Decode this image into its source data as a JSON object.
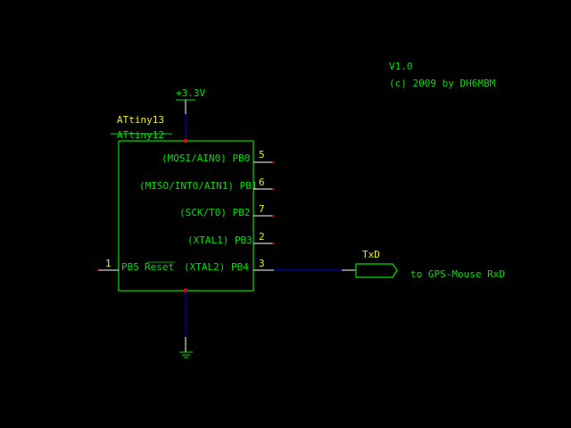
{
  "info": {
    "version": "V1.0",
    "copyright": "(c) 2009 by DH6MBM"
  },
  "power": {
    "label": "+3.3V"
  },
  "chip": {
    "name": "ATtiny13",
    "alt_name_struck": "ATtiny12",
    "pins_right": [
      {
        "num": "5",
        "label": "(MOSI/AIN0) PB0"
      },
      {
        "num": "6",
        "label": "(MISO/INT0/AIN1) PB1"
      },
      {
        "num": "7",
        "label": "(SCK/T0) PB2"
      },
      {
        "num": "2",
        "label": "(XTAL1) PB3"
      },
      {
        "num": "3",
        "label": "(XTAL2) PB4"
      }
    ],
    "pin_left": {
      "num": "1",
      "label": "PB5",
      "reset": "Reset"
    }
  },
  "port": {
    "label": "TxD",
    "note": "to GPS-Mouse RxD"
  },
  "colors": {
    "part": "#00e000",
    "text": "#f0f000",
    "wire": "#0000e0",
    "pin": "#ffffff",
    "junction": "#e00000"
  }
}
